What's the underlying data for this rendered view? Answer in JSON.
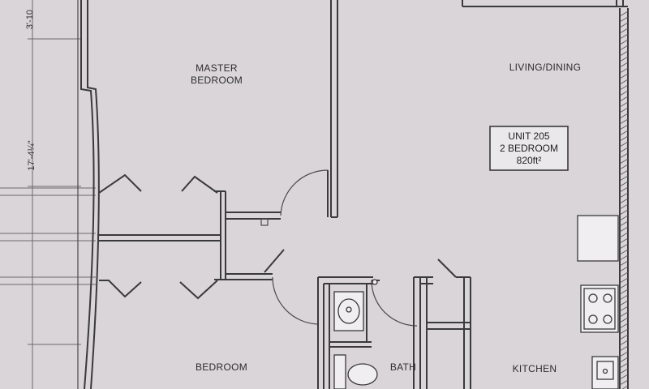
{
  "dimensions": {
    "top_left": "3'-10",
    "left_side": "17'-4¼\""
  },
  "rooms": {
    "master_bedroom": {
      "line1": "MASTER",
      "line2": "BEDROOM"
    },
    "living_dining": "LIVING/DINING",
    "bedroom": "BEDROOM",
    "bath": "BATH",
    "kitchen": "KITCHEN"
  },
  "unit": {
    "number": "UNIT 205",
    "type": "2 BEDROOM",
    "area": "820ft²"
  }
}
